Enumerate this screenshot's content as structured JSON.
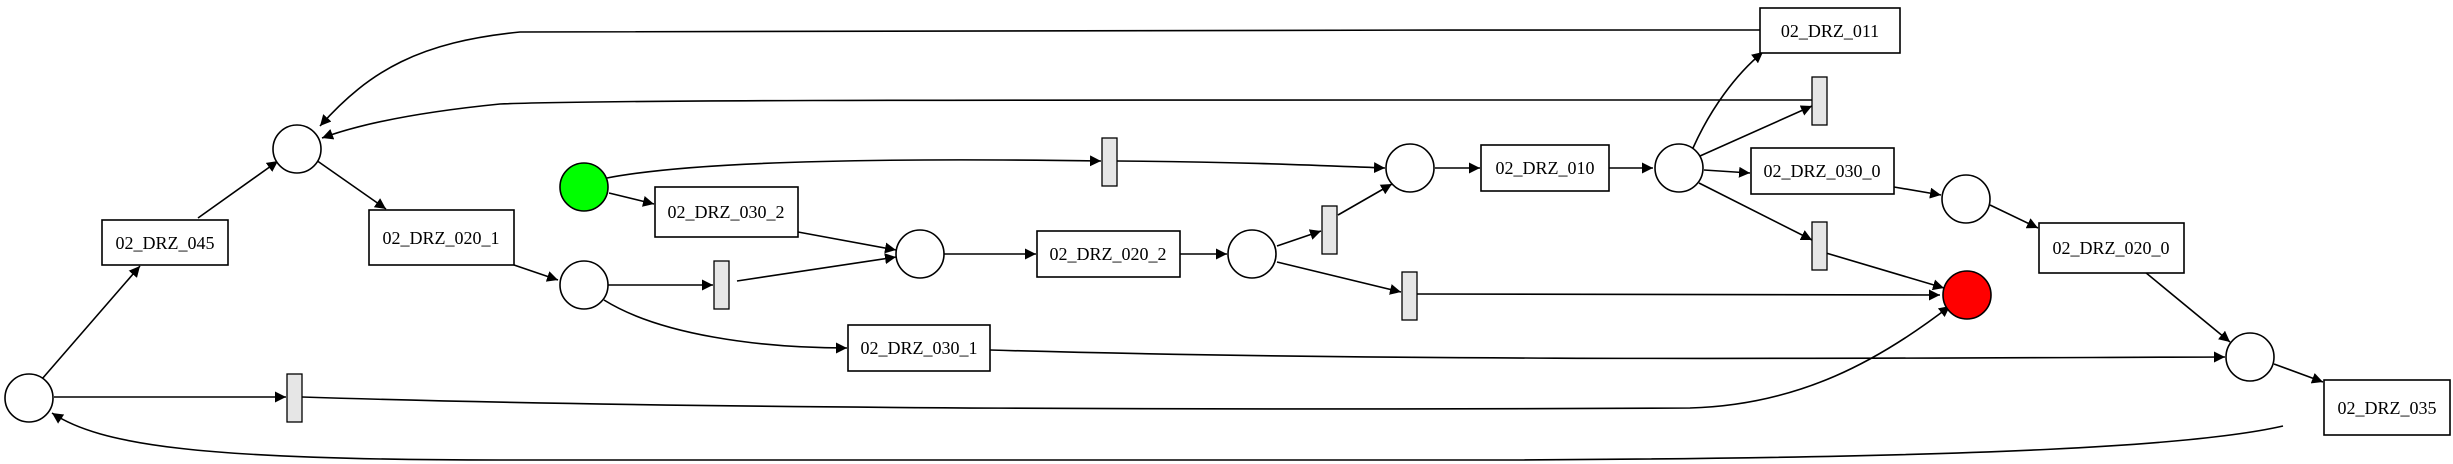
{
  "diagram": {
    "type": "petri-net",
    "colors": {
      "source_place": "#00ff00",
      "sink_place": "#ff0000",
      "silent_transition": "#e6e6e6",
      "stroke": "#000000"
    },
    "transitions": {
      "t011": "02_DRZ_011",
      "t045": "02_DRZ_045",
      "t020_1": "02_DRZ_020_1",
      "t030_2": "02_DRZ_030_2",
      "t020_2": "02_DRZ_020_2",
      "t010": "02_DRZ_010",
      "t030_0": "02_DRZ_030_0",
      "t020_0": "02_DRZ_020_0",
      "t030_1": "02_DRZ_030_1",
      "t035": "02_DRZ_035"
    }
  }
}
